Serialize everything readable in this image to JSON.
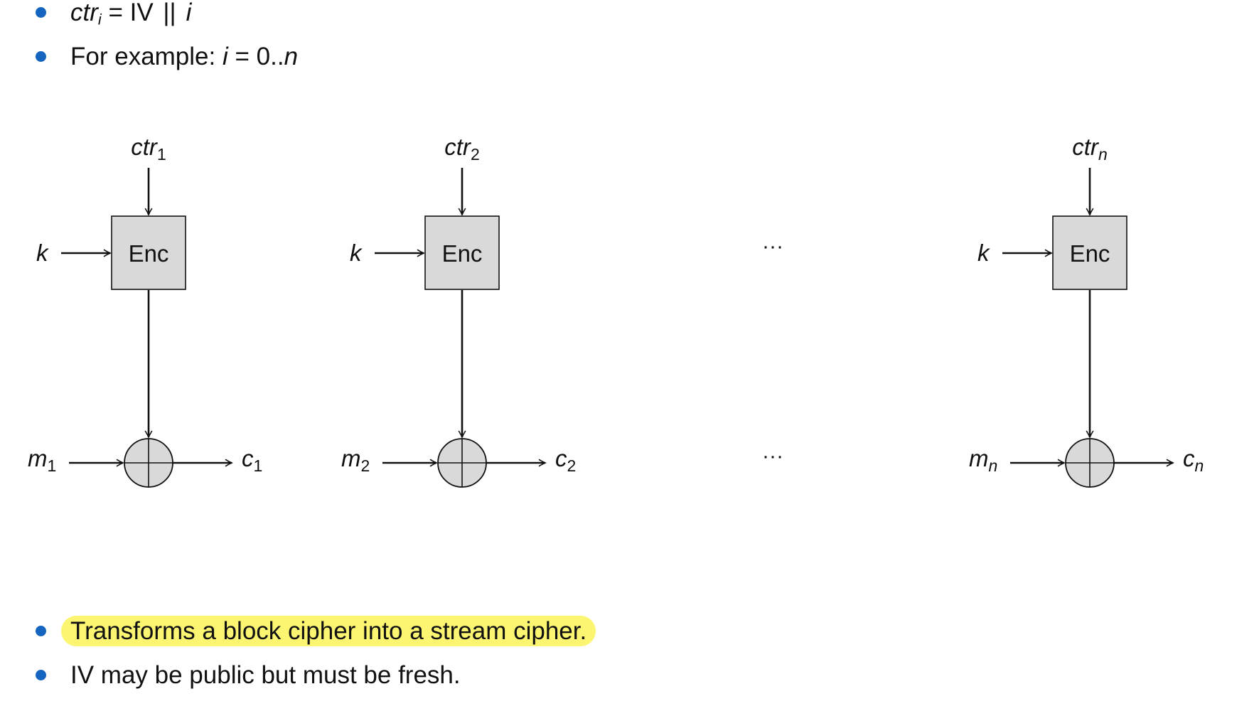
{
  "top_bullets": {
    "ctr_def": {
      "ctr": "ctr",
      "sub_i": "i",
      "eq": " = IV ",
      "sep": "||",
      "i": "i"
    },
    "example": {
      "prefix": "For example: ",
      "i": "i",
      "mid": " = 0..",
      "n": "n"
    }
  },
  "diagram": {
    "blocks": [
      {
        "ctr_main": "ctr",
        "ctr_sub": "1",
        "key": "k",
        "enc": "Enc",
        "m_main": "m",
        "m_sub": "1",
        "c_main": "c",
        "c_sub": "1"
      },
      {
        "ctr_main": "ctr",
        "ctr_sub": "2",
        "key": "k",
        "enc": "Enc",
        "m_main": "m",
        "m_sub": "2",
        "c_main": "c",
        "c_sub": "2"
      },
      {
        "ctr_main": "ctr",
        "ctr_sub": "n",
        "key": "k",
        "enc": "Enc",
        "m_main": "m",
        "m_sub": "n",
        "c_main": "c",
        "c_sub": "n"
      }
    ],
    "ellipsis": "···"
  },
  "bottom_bullets": [
    {
      "text": "Transforms a block cipher into a stream cipher.",
      "highlighted": true
    },
    {
      "text": "IV may be public but must be fresh.",
      "highlighted": false
    }
  ],
  "colors": {
    "bullet": "#1565c0",
    "highlight": "#fbf571",
    "box_fill": "#d9d9d9"
  }
}
